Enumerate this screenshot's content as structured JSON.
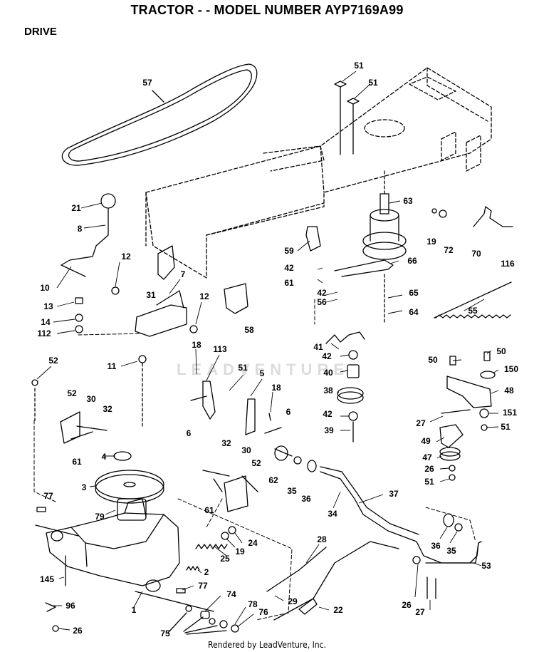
{
  "header": {
    "title": "TRACTOR - - MODEL NUMBER AYP7169A99",
    "section": "DRIVE"
  },
  "footer": {
    "text": "Rendered by LeadVenture, Inc."
  },
  "watermark": {
    "text": "LEADVENTURE"
  },
  "callouts": [
    "57",
    "51",
    "51",
    "63",
    "21",
    "8",
    "12",
    "7",
    "31",
    "12",
    "59",
    "42",
    "61",
    "42",
    "56",
    "19",
    "72",
    "70",
    "116",
    "66",
    "65",
    "64",
    "55",
    "58",
    "10",
    "13",
    "14",
    "112",
    "11",
    "52",
    "18",
    "113",
    "51",
    "5",
    "18",
    "6",
    "6",
    "41",
    "42",
    "40",
    "38",
    "42",
    "39",
    "50",
    "50",
    "150",
    "48",
    "27",
    "151",
    "51",
    "49",
    "47",
    "26",
    "51",
    "52",
    "30",
    "32",
    "61",
    "4",
    "3",
    "32",
    "30",
    "52",
    "61",
    "62",
    "35",
    "36",
    "37",
    "34",
    "77",
    "79",
    "25",
    "19",
    "24",
    "2",
    "145",
    "77",
    "74",
    "96",
    "1",
    "75",
    "78",
    "76",
    "26",
    "28",
    "29",
    "22",
    "36",
    "35",
    "53",
    "26",
    "27"
  ]
}
